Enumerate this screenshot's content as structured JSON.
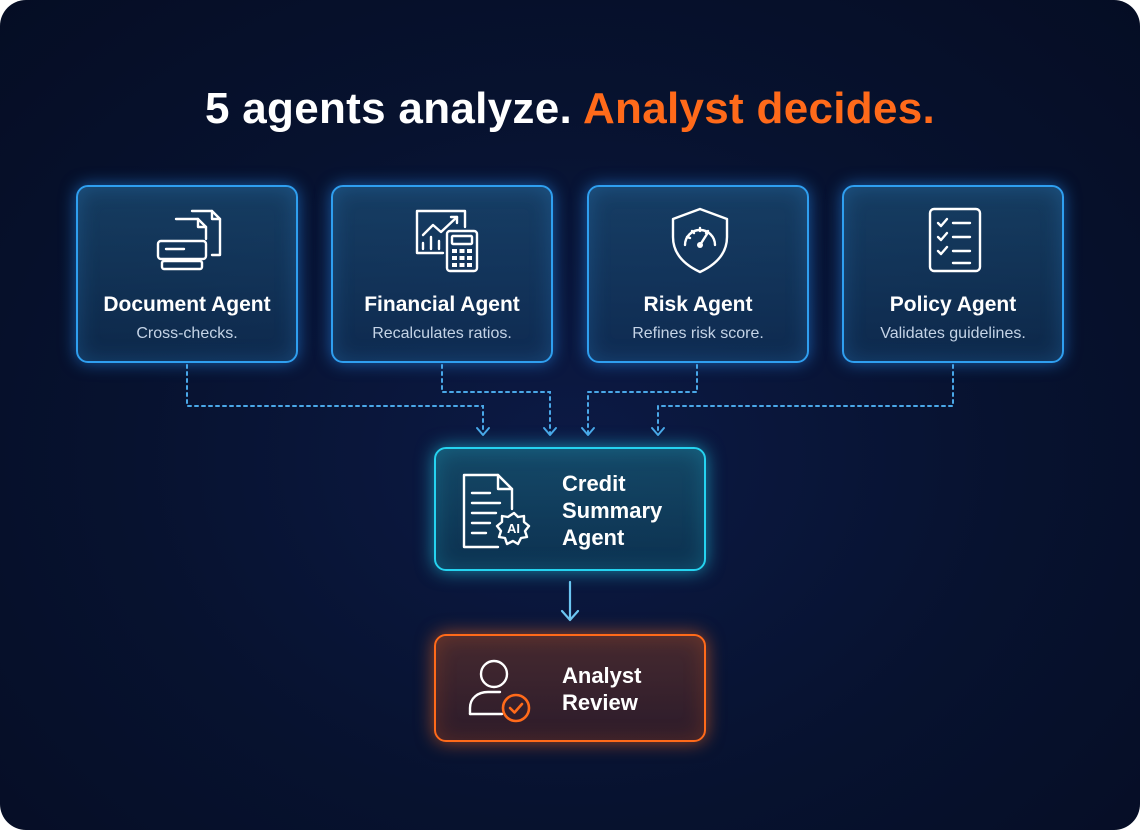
{
  "headline": {
    "lead": "5 agents analyze.",
    "accent": "Analyst decides."
  },
  "agents": [
    {
      "title": "Document Agent",
      "description": "Cross-checks.",
      "icon": "document-scanner-icon"
    },
    {
      "title": "Financial Agent",
      "description": "Recalculates ratios.",
      "icon": "chart-calculator-icon"
    },
    {
      "title": "Risk Agent",
      "description": "Refines risk score.",
      "icon": "shield-gauge-icon"
    },
    {
      "title": "Policy Agent",
      "description": "Validates guidelines.",
      "icon": "checklist-icon"
    }
  ],
  "summary_agent": {
    "lines": [
      "Credit",
      "Summary",
      "Agent"
    ],
    "icon": "ai-document-icon",
    "icon_badge": "AI"
  },
  "analyst_review": {
    "lines": [
      "Analyst",
      "Review"
    ],
    "icon": "user-check-icon"
  },
  "colors": {
    "background": "#07122f",
    "agent_border": "#2f9ff0",
    "hub_border": "#25d3f0",
    "accent": "#ff6a1a",
    "connector": "#4aa8e8"
  }
}
